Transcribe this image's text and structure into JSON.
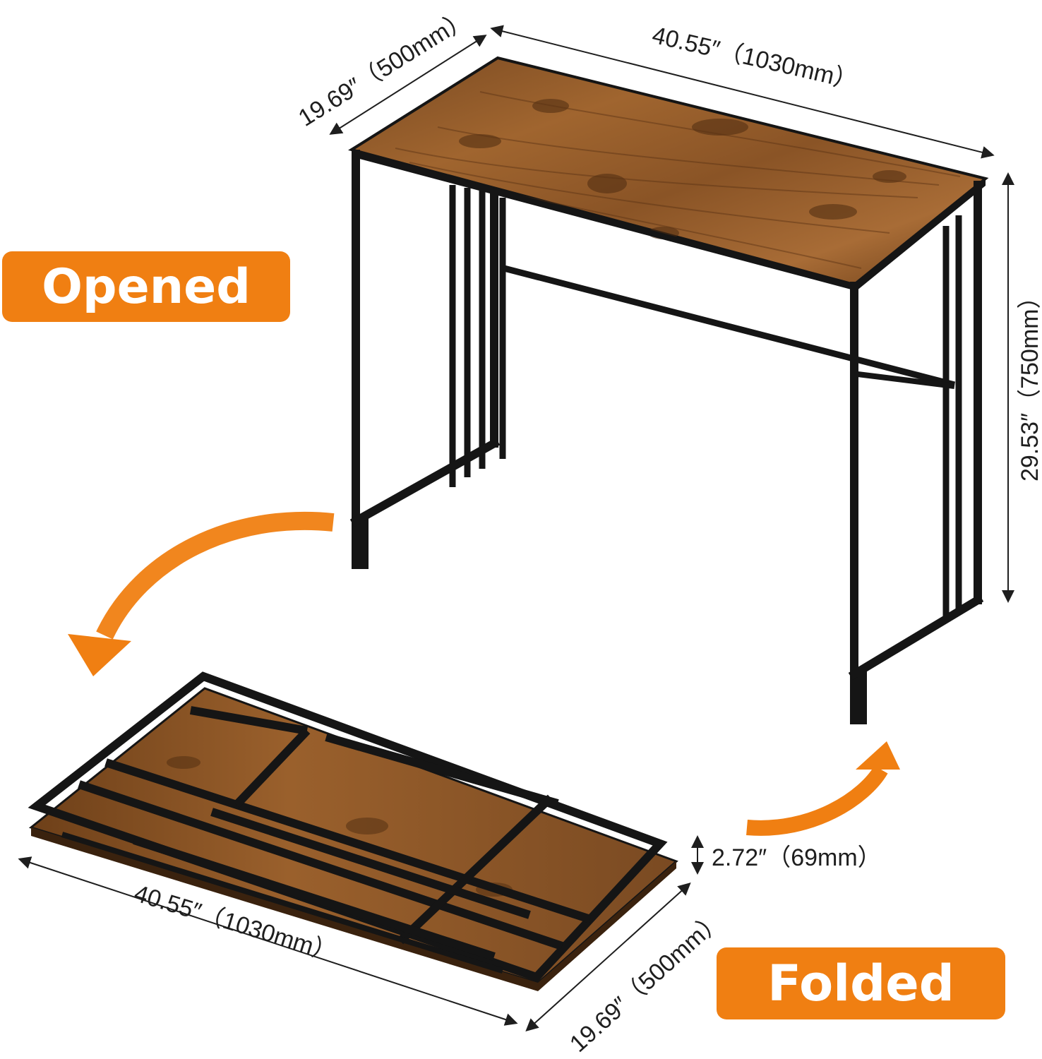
{
  "labels": {
    "opened": "Opened",
    "folded": "Folded"
  },
  "dimensions": {
    "opened_depth": "19.69″（500mm）",
    "opened_width": "40.55″（1030mm）",
    "opened_height": "29.53″（750mm）",
    "folded_thickness": "2.72″（69mm）",
    "folded_width": "40.55″（1030mm）",
    "folded_depth": "19.69″（500mm）"
  },
  "colors": {
    "accent": "#f07f12",
    "frame": "#151515",
    "wood": "#8a5426",
    "wood_dark": "#5a3214",
    "wood_light": "#a66a35"
  }
}
